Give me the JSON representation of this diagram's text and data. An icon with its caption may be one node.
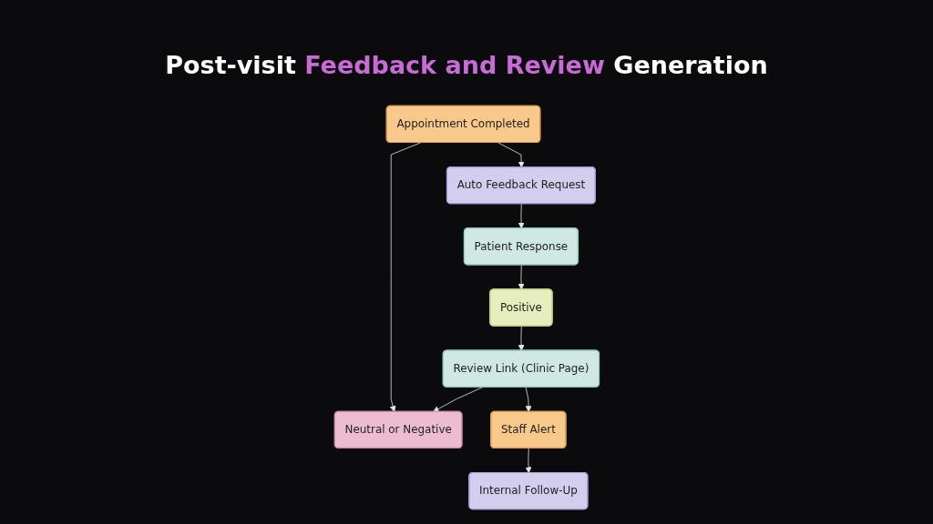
{
  "diagram": {
    "title": "Post-visit Feedback and Review Generation",
    "nodes": [
      {
        "text": [
          "Appointment Completed"
        ]
      },
      {
        "text": [
          "Auto Feedback Request"
        ]
      },
      {
        "text": [
          "Patient Response"
        ]
      },
      {
        "text": [
          "Positive"
        ]
      },
      {
        "text": [
          "Review Link (Clinic Page)"
        ]
      },
      {
        "text": [
          "Neutral or Negative"
        ]
      },
      {
        "text": [
          "Staff Alert"
        ]
      },
      {
        "text": [
          "Internal Follow-Up"
        ]
      }
    ],
    "edges": [
      {
        "from": 0,
        "to": 1,
        "arrow": "to"
      },
      {
        "from": 1,
        "to": 2,
        "arrow": "to"
      },
      {
        "from": 2,
        "to": 3,
        "arrow": "to"
      },
      {
        "from": 3,
        "to": 4,
        "arrow": "to"
      },
      {
        "from": 4,
        "to": 5,
        "arrow": "to"
      },
      {
        "from": 4,
        "to": 6,
        "arrow": "to"
      },
      {
        "from": 0,
        "to": 5,
        "arrow": "to"
      },
      {
        "from": 6,
        "to": 7,
        "arrow": "to"
      }
    ]
  }
}
